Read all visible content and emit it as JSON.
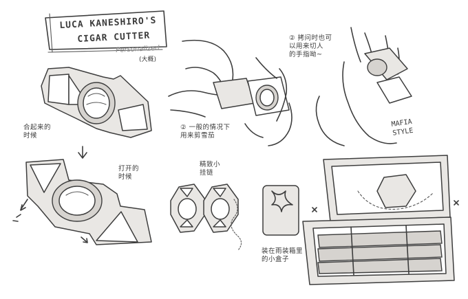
{
  "title": {
    "line1": "LUCA KANESHIRO'S",
    "line2": "CIGAR CUTTER",
    "subtitle": "Personalized",
    "subtitle_note": "(大概)"
  },
  "notes": {
    "closed": "合起来的\n时候",
    "open": "打开的\n时候",
    "usage": "② 一般的情况下\n用来剪雪茄",
    "fingers": "② 拷问时也可\n以用来切人\n的手指呦~",
    "mafia_style": "MAFIA\nSTYLE",
    "detail": "精致小\n挂链",
    "box": "装在雨装箱里\n的小盒子"
  }
}
